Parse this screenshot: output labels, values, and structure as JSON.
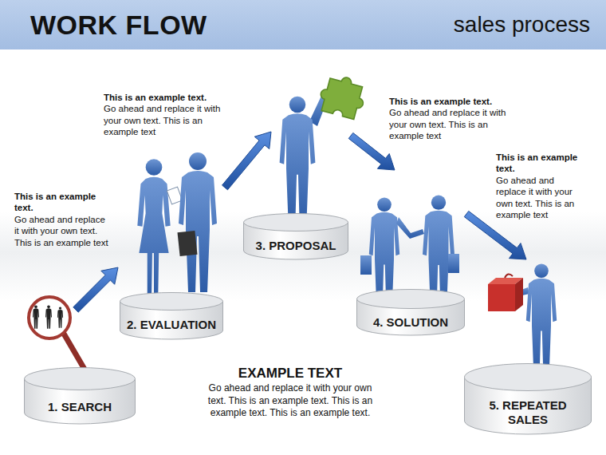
{
  "diagram": {
    "title": "WORK FLOW",
    "nodes": [
      {
        "text": [
          "1. SEARCH"
        ]
      },
      {
        "text": [
          "2. EVALUATION"
        ]
      },
      {
        "text": [
          "3. PROPOSAL"
        ]
      },
      {
        "text": [
          "4. SOLUTION"
        ]
      },
      {
        "text": [
          "5. REPEATED SALES"
        ]
      }
    ],
    "edges": [
      {
        "from": 0,
        "to": 1,
        "arrow": "to"
      },
      {
        "from": 1,
        "to": 2,
        "arrow": "to"
      },
      {
        "from": 2,
        "to": 3,
        "arrow": "to"
      },
      {
        "from": 3,
        "to": 4,
        "arrow": "to"
      }
    ],
    "labels": [
      "sales process",
      "This is an example text.",
      "Go ahead and replace it with your own text. This is an example text",
      "This is an example text.",
      "Go ahead and replace it with your own text. This is an example text",
      "This is an example text.",
      "Go ahead and replace it with your own text. This is an example text",
      "This is an example text.",
      "Go ahead and replace it with your own text. This is an example text",
      "EXAMPLE TEXT",
      "Go ahead and replace it with your own text. This is an example text. This is an example text. This is an example text."
    ]
  }
}
